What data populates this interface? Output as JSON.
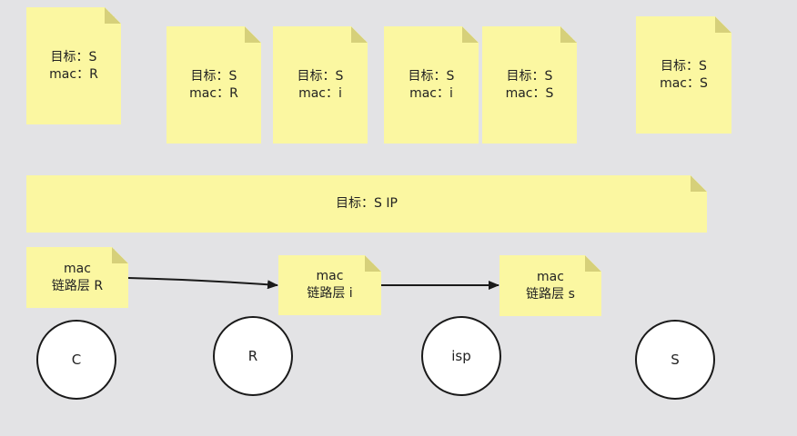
{
  "top_notes": [
    {
      "line1": "目标：S",
      "line2": "mac：R"
    },
    {
      "line1": "目标：S",
      "line2": "mac：R"
    },
    {
      "line1": "目标：S",
      "line2": "mac：i"
    },
    {
      "line1": "目标：S",
      "line2": "mac：i"
    },
    {
      "line1": "目标：S",
      "line2": "mac：S"
    },
    {
      "line1": "目标：S",
      "line2": "mac：S"
    }
  ],
  "ip_bar": {
    "text": "目标：S  IP"
  },
  "link_notes": [
    {
      "line1": "mac",
      "line2": "链路层 R"
    },
    {
      "line1": "mac",
      "line2": "链路层 i"
    },
    {
      "line1": "mac",
      "line2": "链路层 s"
    }
  ],
  "nodes": [
    {
      "label": "C"
    },
    {
      "label": "R"
    },
    {
      "label": "isp"
    },
    {
      "label": "S"
    }
  ],
  "colors": {
    "note": "#fbf7a1",
    "background": "#e3e3e5",
    "stroke": "#1a1a1a"
  }
}
